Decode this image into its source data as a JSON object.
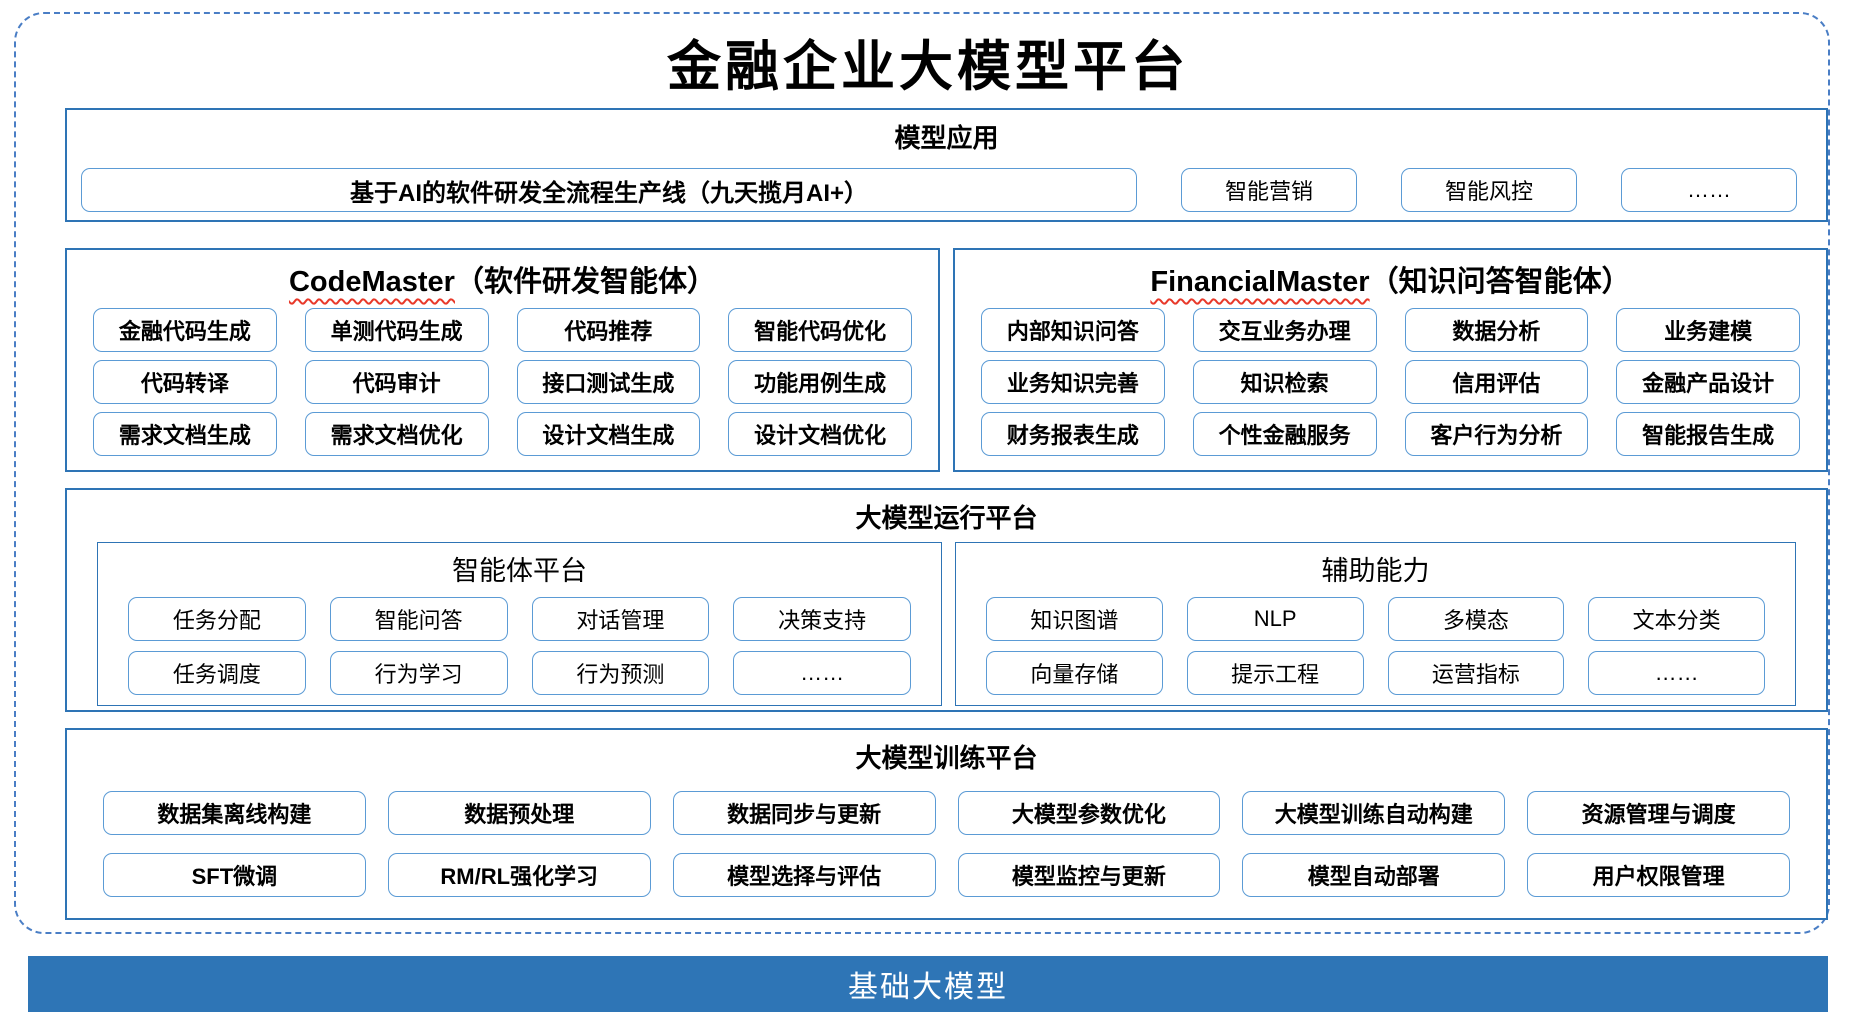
{
  "page": {
    "title": "金融企业大模型平台"
  },
  "model_app": {
    "title": "模型应用",
    "main_item": "基于AI的软件研发全流程生产线（九天揽月AI+）",
    "items": [
      "智能营销",
      "智能风控",
      "……"
    ]
  },
  "code_master": {
    "name_en": "CodeMaster",
    "name_zh": "（软件研发智能体）",
    "items": [
      "金融代码生成",
      "单测代码生成",
      "代码推荐",
      "智能代码优化",
      "代码转译",
      "代码审计",
      "接口测试生成",
      "功能用例生成",
      "需求文档生成",
      "需求文档优化",
      "设计文档生成",
      "设计文档优化"
    ]
  },
  "financial_master": {
    "name_en": "FinancialMaster",
    "name_zh": "（知识问答智能体）",
    "items": [
      "内部知识问答",
      "交互业务办理",
      "数据分析",
      "业务建模",
      "业务知识完善",
      "知识检索",
      "信用评估",
      "金融产品设计",
      "财务报表生成",
      "个性金融服务",
      "客户行为分析",
      "智能报告生成"
    ]
  },
  "runtime_platform": {
    "title": "大模型运行平台",
    "agent_platform": {
      "title": "智能体平台",
      "items": [
        "任务分配",
        "智能问答",
        "对话管理",
        "决策支持",
        "任务调度",
        "行为学习",
        "行为预测",
        "……"
      ]
    },
    "auxiliary": {
      "title": "辅助能力",
      "items": [
        "知识图谱",
        "NLP",
        "多模态",
        "文本分类",
        "向量存储",
        "提示工程",
        "运营指标",
        "……"
      ]
    }
  },
  "training_platform": {
    "title": "大模型训练平台",
    "items": [
      "数据集离线构建",
      "数据预处理",
      "数据同步与更新",
      "大模型参数优化",
      "大模型训练自动构建",
      "资源管理与调度",
      "SFT微调",
      "RM/RL强化学习",
      "模型选择与评估",
      "模型监控与更新",
      "模型自动部署",
      "用户权限管理"
    ]
  },
  "foundation": {
    "title": "基础大模型"
  },
  "colors": {
    "section_border": "#2e74b5",
    "item_border": "#5b9bd5",
    "dashed_frame": "#4a7ec5",
    "banner_background": "#2e75b6",
    "banner_text": "#ffffff",
    "squiggle_red": "#e8392a"
  }
}
